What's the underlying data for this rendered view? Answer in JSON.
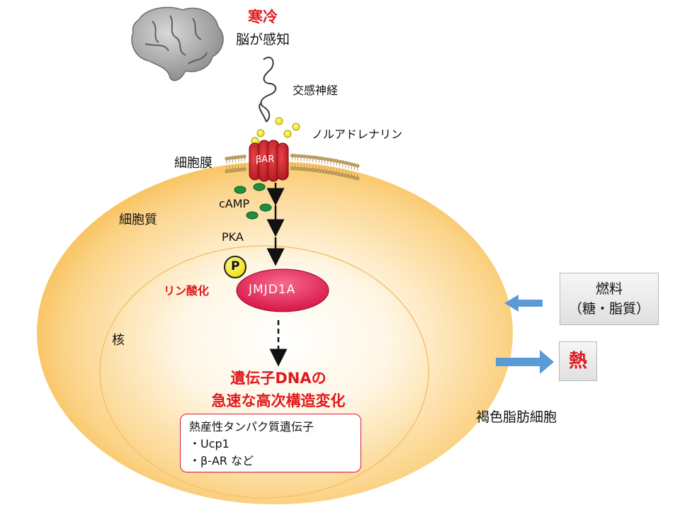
{
  "stimulus": {
    "cold": "寒冷",
    "brain_senses": "脳が感知"
  },
  "labels": {
    "sympathetic_nerve": "交感神経",
    "noradrenaline": "ノルアドレナリン",
    "cell_membrane": "細胞膜",
    "receptor": "βAR",
    "camp": "cAMP",
    "cytoplasm": "細胞質",
    "pka": "PKA",
    "phosphate": "P",
    "phosphorylation": "リン酸化",
    "enzyme": "JMJD1A",
    "nucleus": "核",
    "cell_name": "褐色脂肪細胞"
  },
  "outcome": {
    "line1": "遺伝子DNAの",
    "line2": "急速な高次構造変化"
  },
  "genes_box": {
    "title": "熱産性タンパク質遺伝子",
    "items": [
      "・Ucp1",
      "・β-AR など"
    ]
  },
  "fuel_box": {
    "line1": "燃料",
    "line2": "（糖・脂質）"
  },
  "heat_box": {
    "label": "熱"
  },
  "colors": {
    "red_text": "#e0191d",
    "cell_fill": "#f7b536",
    "receptor": "#c9181f",
    "enzyme": "#e3144c",
    "camp_dot": "#1e8a3c",
    "noradrenaline_dot": "#f4ee2a",
    "arrow_blue": "#5b9bd5",
    "box_gray": "#efefef"
  }
}
